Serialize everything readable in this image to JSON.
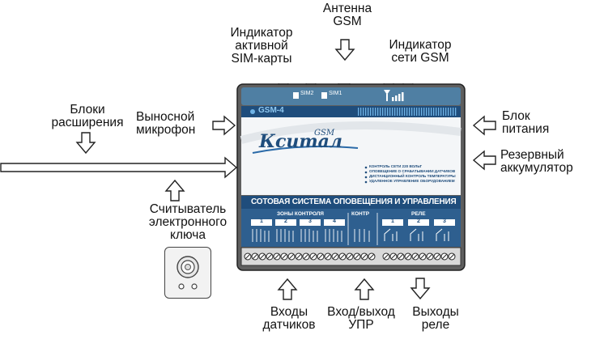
{
  "labels": {
    "antenna": [
      "Антенна",
      "GSM"
    ],
    "sim_indicator": [
      "Индикатор",
      "активной",
      "SIM-карты"
    ],
    "gsm_indicator": [
      "Индикатор",
      "сети GSM"
    ],
    "expansion": [
      "Блоки",
      "расширения"
    ],
    "microphone": [
      "Выносной",
      "микрофон"
    ],
    "power": [
      "Блок",
      "питания"
    ],
    "battery": [
      "Резервный",
      "аккумулятор"
    ],
    "key_reader": [
      "Считыватель",
      "электронного",
      "ключа"
    ],
    "sensor_inputs": [
      "Входы",
      "датчиков"
    ],
    "upr_io": [
      "Вход/выход",
      "УПР"
    ],
    "relay_outputs": [
      "Выходы",
      "реле"
    ]
  },
  "device": {
    "sim1": "SIM1",
    "sim2": "SIM2",
    "model": "GSM-4",
    "brand": "Кситал",
    "brand_suffix": "GSM",
    "features": [
      "КОНТРОЛЬ СЕТИ 220 ВОЛЬТ",
      "ОПОВЕЩЕНИЕ О СРАБАТЫВАНИИ ДАТЧИКОВ",
      "ДИСТАНЦИОННЫЙ КОНТРОЛЬ ТЕМПЕРАТУРЫ",
      "УДАЛЕННОЕ УПРАВЛЕНИЕ ОБОРУДОВАНИЕМ"
    ],
    "banner": "СОТОВАЯ СИСТЕМА ОПОВЕЩЕНИЯ И УПРАВЛЕНИЯ",
    "zones_title": "ЗОНЫ КОНТРОЛЯ",
    "zone_numbers": [
      "1",
      "2",
      "3",
      "4"
    ],
    "contr_title": "КОНТР",
    "relay_title": "РЕЛЕ",
    "relay_numbers": [
      "1",
      "2",
      "3"
    ]
  }
}
